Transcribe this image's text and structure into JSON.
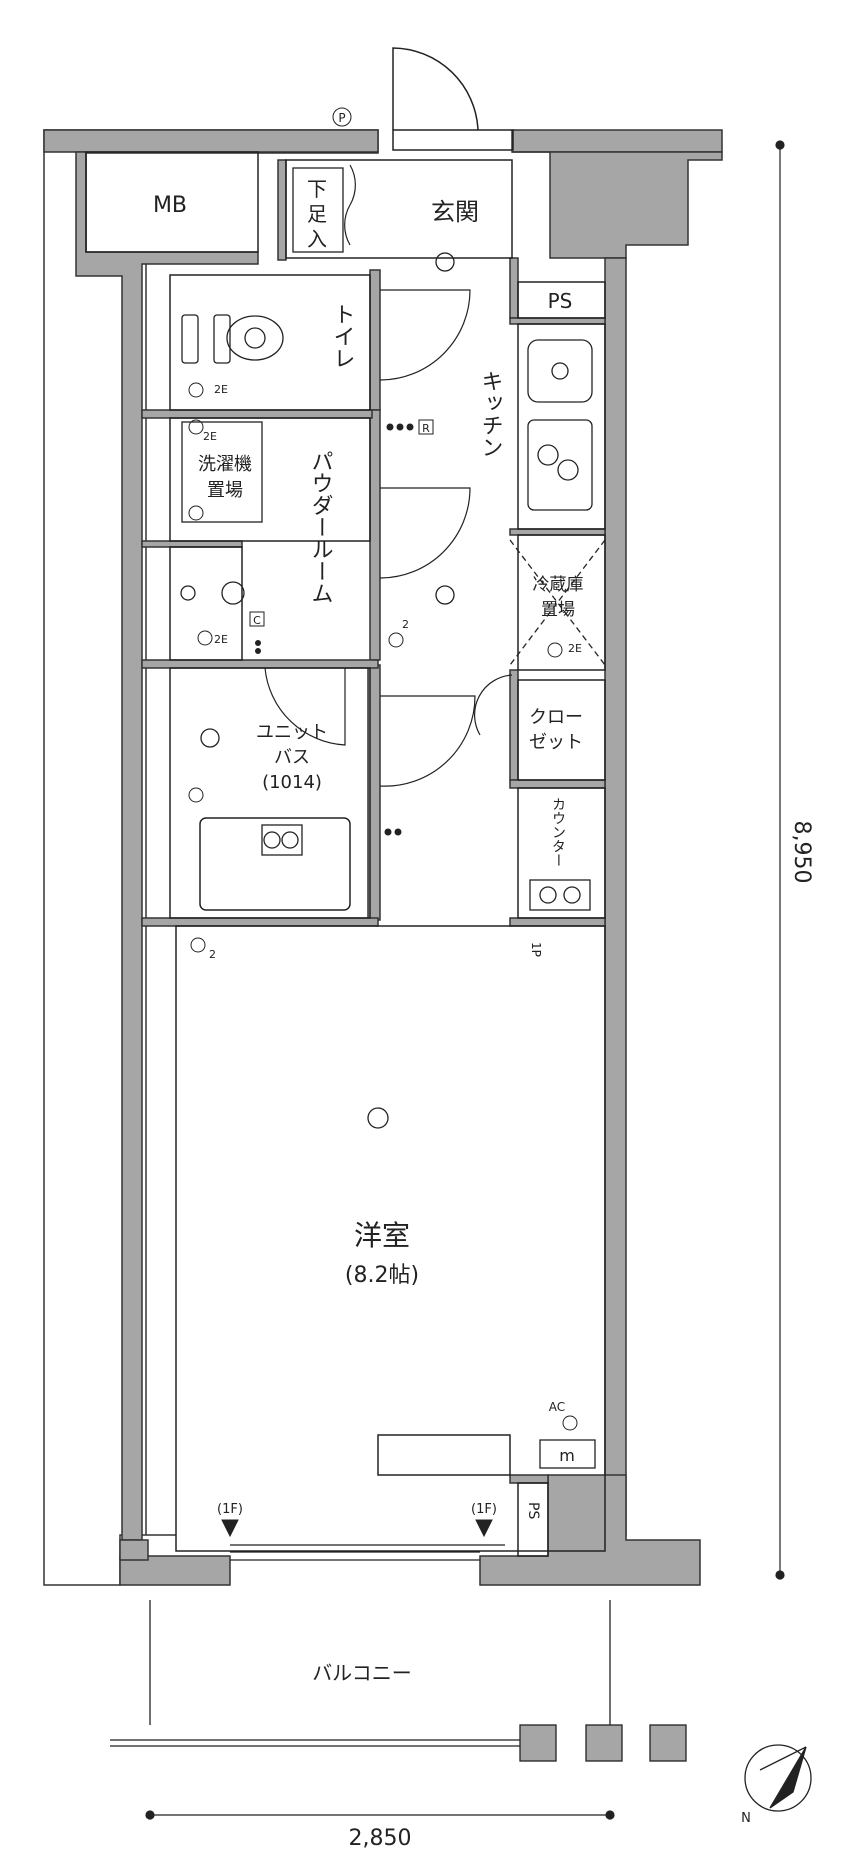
{
  "rooms": {
    "mb": "MB",
    "entrance": "玄関",
    "shoe_storage": [
      "下",
      "足",
      "入"
    ],
    "ps_top": "PS",
    "toilet": "トイレ",
    "kitchen": "キッチン",
    "powder_room": "パウダールーム",
    "washer": [
      "洗濯機",
      "置場"
    ],
    "fridge": [
      "冷蔵庫",
      "置場"
    ],
    "closet": [
      "クロー",
      "ゼット"
    ],
    "bath": [
      "ユニット",
      "バス",
      "(1014)"
    ],
    "counter": "カウンター",
    "western_room": "洋室",
    "western_room_size": "(8.2帖)",
    "balcony": "バルコニー",
    "ps_bottom": "PS"
  },
  "symbols": {
    "p": "P",
    "r": "R",
    "c": "C",
    "m": "m",
    "ac": "AC",
    "outlet_2e": "2E",
    "outlet_2": "2",
    "first_floor": "(1F)",
    "one_p": "1P",
    "north": "N"
  },
  "dimensions": {
    "depth": "8,950",
    "width": "2,850"
  },
  "colors": {
    "wall": "#a6a6a6",
    "wall_edge": "#333333",
    "line": "#222222"
  }
}
